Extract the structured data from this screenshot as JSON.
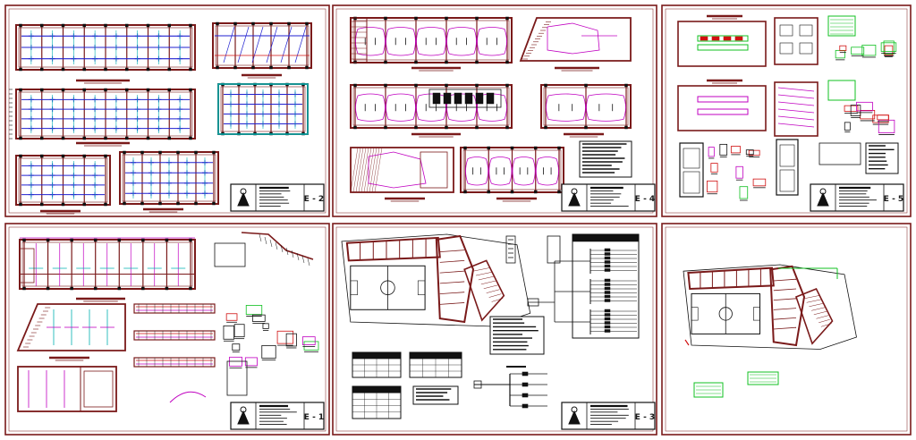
{
  "canvas": {
    "background": "#ffffff"
  },
  "colors": {
    "frame": "#7a1a1a",
    "wall": "#7a1a1a",
    "blue": "#2020d0",
    "magenta": "#c000c0",
    "cyan": "#00b0b0",
    "green": "#10c020",
    "red": "#d01010",
    "black": "#111111"
  },
  "sheets": [
    {
      "id": "s1",
      "code": "E - 2"
    },
    {
      "id": "s2",
      "code": "E - 4"
    },
    {
      "id": "s3",
      "code": "E - 5"
    },
    {
      "id": "s4",
      "code": "E - 1"
    },
    {
      "id": "s5",
      "code": "E - 3"
    },
    {
      "id": "s6",
      "code": ""
    }
  ]
}
